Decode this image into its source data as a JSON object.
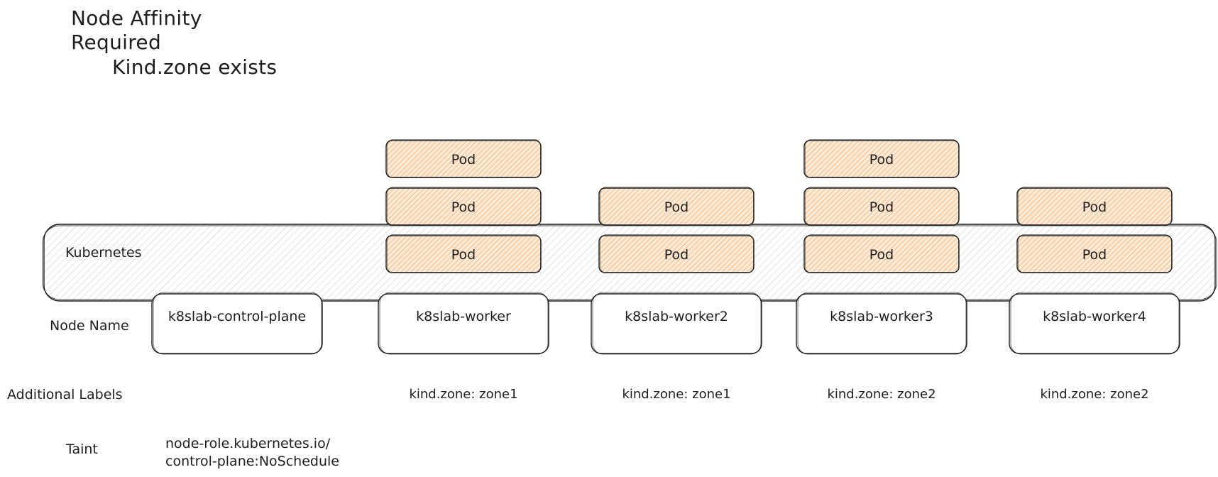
{
  "title": {
    "line1": "Node Affinity",
    "line2": "Required",
    "line3": "Kind.zone exists"
  },
  "cluster": {
    "label": "Kubernetes"
  },
  "row_labels": {
    "node_name": "Node Name",
    "additional_labels": "Additional Labels",
    "taint": "Taint"
  },
  "taint": {
    "line1": "node-role.kubernetes.io/",
    "line2": "control-plane:NoSchedule"
  },
  "nodes": [
    {
      "name": "k8slab-control-plane",
      "label": "",
      "pods": 0
    },
    {
      "name": "k8slab-worker",
      "label": "kind.zone: zone1",
      "pods": 3
    },
    {
      "name": "k8slab-worker2",
      "label": "kind.zone: zone1",
      "pods": 2
    },
    {
      "name": "k8slab-worker3",
      "label": "kind.zone: zone2",
      "pods": 3
    },
    {
      "name": "k8slab-worker4",
      "label": "kind.zone: zone2",
      "pods": 2
    }
  ],
  "pod_label": "Pod",
  "colors": {
    "pod_stroke": "#1e1e1e",
    "pod_hatch": "#f4a96a",
    "pod_fill": "#fdebd8",
    "cluster_hatch": "#cfd3d8",
    "stroke": "#1e1e1e"
  }
}
